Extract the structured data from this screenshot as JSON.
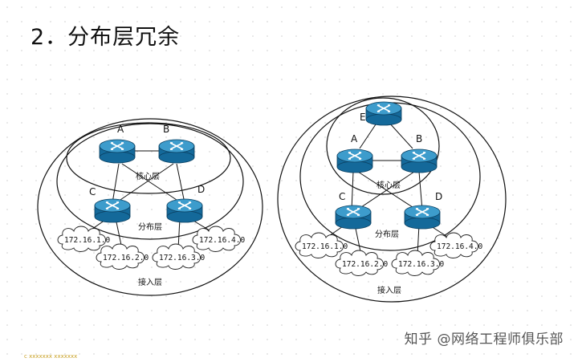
{
  "title": "2．分布层冗余",
  "diagram_left": {
    "routers": [
      {
        "label": "A"
      },
      {
        "label": "B"
      },
      {
        "label": "C"
      },
      {
        "label": "D"
      }
    ],
    "layers": {
      "core": "核心层",
      "distribution": "分布层",
      "access": "接入层"
    },
    "networks": [
      "172.16.1.0",
      "172.16.2.0",
      "172.16.3.0",
      "172.16.4.0"
    ]
  },
  "diagram_right": {
    "routers": [
      {
        "label": "E"
      },
      {
        "label": "A"
      },
      {
        "label": "B"
      },
      {
        "label": "C"
      },
      {
        "label": "D"
      }
    ],
    "layers": {
      "core": "核心层",
      "distribution": "分布层",
      "access": "接入层"
    },
    "networks": [
      "172.16.1.0",
      "172.16.2.0",
      "172.16.3.0",
      "172.16.4.0"
    ]
  },
  "watermark": "知乎 @网络工程师俱乐部",
  "footer_text": "c xxxxxxx xxxxxxx",
  "colors": {
    "router": "#1a7fb5",
    "router_top": "#69b9e0",
    "line": "#111111"
  }
}
